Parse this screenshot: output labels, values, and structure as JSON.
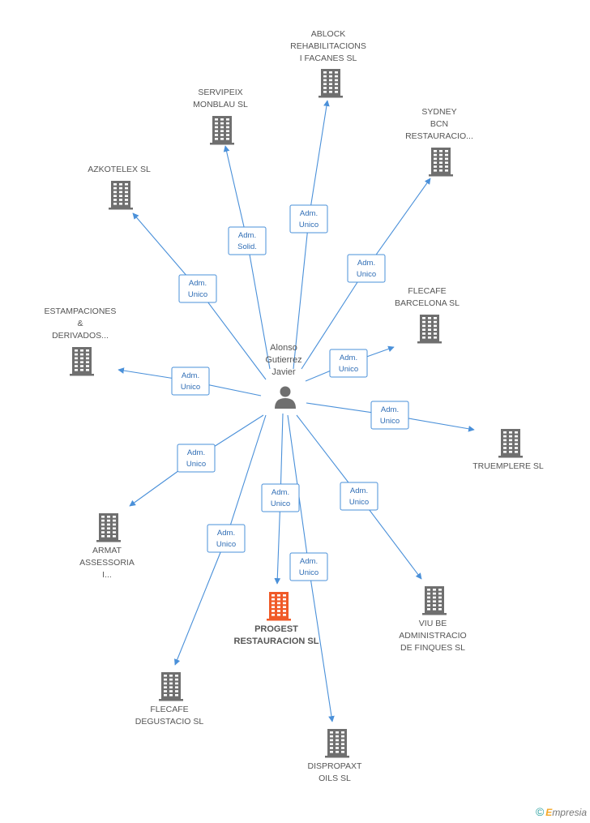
{
  "person": {
    "name_lines": [
      "Alonso",
      "Gutierrez",
      "Javier"
    ],
    "icon": "person-icon"
  },
  "colors": {
    "edge": "#4a90d9",
    "building": "#6f6f6f",
    "focus_building": "#f05a28",
    "role_text": "#2f6db5"
  },
  "companies": [
    {
      "id": "ablock",
      "label_lines": [
        "ABLOCK",
        "REHABILITACIONS",
        "I FACANES SL"
      ],
      "focus": false,
      "role_lines": [
        "Adm.",
        "Unico"
      ]
    },
    {
      "id": "servipeix",
      "label_lines": [
        "SERVIPEIX",
        "MONBLAU SL"
      ],
      "focus": false,
      "role_lines": [
        "Adm.",
        "Solid."
      ]
    },
    {
      "id": "sydney",
      "label_lines": [
        "SYDNEY",
        "BCN",
        "RESTAURACIO..."
      ],
      "focus": false,
      "role_lines": [
        "Adm.",
        "Unico"
      ]
    },
    {
      "id": "azkotelex",
      "label_lines": [
        "AZKOTELEX SL"
      ],
      "focus": false,
      "role_lines": [
        "Adm.",
        "Unico"
      ]
    },
    {
      "id": "flecafe-bcn",
      "label_lines": [
        "FLECAFE",
        "BARCELONA SL"
      ],
      "focus": false,
      "role_lines": [
        "Adm.",
        "Unico"
      ]
    },
    {
      "id": "estampaciones",
      "label_lines": [
        "ESTAMPACIONES",
        "&",
        "DERIVADOS..."
      ],
      "focus": false,
      "role_lines": [
        "Adm.",
        "Unico"
      ]
    },
    {
      "id": "truemplere",
      "label_lines": [
        "TRUEMPLERE SL"
      ],
      "focus": false,
      "role_lines": [
        "Adm.",
        "Unico"
      ]
    },
    {
      "id": "armat",
      "label_lines": [
        "ARMAT",
        "ASSESSORIA",
        "I..."
      ],
      "focus": false,
      "role_lines": [
        "Adm.",
        "Unico"
      ]
    },
    {
      "id": "progest",
      "label_lines": [
        "PROGEST",
        "RESTAURACION SL"
      ],
      "focus": true,
      "role_lines": [
        "Adm.",
        "Unico"
      ]
    },
    {
      "id": "viu-be",
      "label_lines": [
        "VIU BE",
        "ADMINISTRACIO",
        "DE FINQUES SL"
      ],
      "focus": false,
      "role_lines": [
        "Adm.",
        "Unico"
      ]
    },
    {
      "id": "flecafe-deg",
      "label_lines": [
        "FLECAFE",
        "DEGUSTACIO SL"
      ],
      "focus": false,
      "role_lines": [
        "Adm.",
        "Unico"
      ]
    },
    {
      "id": "dispropaxt",
      "label_lines": [
        "DISPROPAXT",
        "OILS SL"
      ],
      "focus": false,
      "role_lines": [
        "Adm.",
        "Unico"
      ]
    }
  ],
  "footer": {
    "copyright_symbol": "©",
    "brand_initial": "E",
    "brand_rest": "mpresia"
  }
}
